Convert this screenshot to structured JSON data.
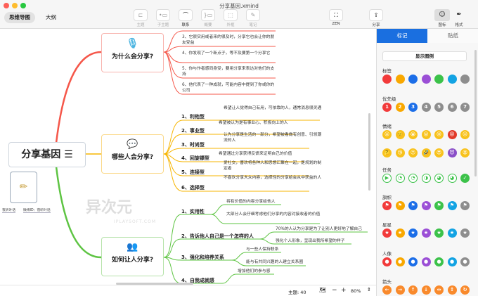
{
  "window": {
    "title": "分享基因.xmind"
  },
  "view_tabs": [
    "思维导图",
    "大纲"
  ],
  "toolbar": [
    {
      "label": "主题",
      "icon": "topic-icon",
      "glyph": "⊏"
    },
    {
      "label": "子主题",
      "icon": "subtopic-icon",
      "glyph": "•▭"
    },
    {
      "label": "联系",
      "icon": "relationship-icon",
      "glyph": "⌒"
    },
    {
      "label": "概要",
      "icon": "summary-icon",
      "glyph": "}▭"
    },
    {
      "label": "外框",
      "icon": "boundary-icon",
      "glyph": "⬚"
    },
    {
      "label": "笔记",
      "icon": "note-icon",
      "glyph": "✎"
    }
  ],
  "zen": {
    "label": "ZEN",
    "glyph": "⛶"
  },
  "share": {
    "label": "分享",
    "glyph": "⇪"
  },
  "right_tools": [
    {
      "label": "图标",
      "glyph": "☺"
    },
    {
      "label": "格式",
      "glyph": "✒"
    }
  ],
  "map": {
    "root": "分享基因",
    "attachment_labels": [
      "夜听叶话",
      "微博ID：夜听叶话"
    ],
    "topics": [
      {
        "title": "为什么会分享?",
        "color": "#f5574a",
        "items": [
          "3、它很实用或者来的很及时，分享它也会让你的朋友受益",
          "4、你发现了一个新点子，等不及要第一个分享它",
          "5、你与作者感同身受，要用分享来表达对他们的支持",
          "6、他代表了一种成就，可能内容中提到了你或你的公司"
        ]
      },
      {
        "title": "哪些人会分享?",
        "color": "#f7b500",
        "items": [
          {
            "label": "1、利他型",
            "desc": "希望让人觉得自己有用，可依靠的人，通常消息很灵通"
          },
          {
            "label": "2、事业型",
            "desc": "希望被认为是有事业心、积极向上的人"
          },
          {
            "label": "3、时尚型",
            "desc": "认为分享是生活的一部分，希望被看做有创意、引领潮流的人"
          },
          {
            "label": "4、回旋镖型",
            "desc": "希望通过分享获得反馈来证明自己的价值"
          },
          {
            "label": "5、连接型",
            "desc": "爱社交，喜欢将各种人和思想汇聚在一起，是规划的制定者"
          },
          {
            "label": "6、选择型",
            "desc": "不喜欢分享大众内容，选择性的分享给会从中获益的人"
          }
        ]
      },
      {
        "title": "如何让人分享?",
        "color": "#5ec443",
        "items": [
          {
            "label": "1、实用性",
            "subs": [
              "将有价值的内容分享给他人",
              "大部分人会仔细考虑他们分享的内容对接收者的价值"
            ]
          },
          {
            "label": "2、告诉他人自己是一个怎样的人",
            "subs": [
              "70%的人认为分享是为了让别人更好地了解自己",
              "强化个人形象，呈现出我所希望的样子"
            ]
          },
          {
            "label": "3、强化和培养关系",
            "subs": [
              "与一些人保持联系",
              "能与有共同兴趣的人建立关系圈"
            ]
          },
          {
            "label": "4、自我成就感",
            "subs": [
              "增加他们的参与感"
            ]
          }
        ]
      }
    ],
    "watermark": {
      "brand": "异次元",
      "site": "IPLAYSOFT.COM"
    }
  },
  "status": {
    "topics": "主题: 40",
    "zoom": "80%",
    "minus": "−",
    "plus": "+"
  },
  "panel": {
    "tabs": [
      "标记",
      "贴纸"
    ],
    "active_tab": "标记",
    "accent": "#1a6fe0",
    "legend_button": "显示图例",
    "sections": [
      {
        "title": "标签",
        "kind": "dot",
        "colors": [
          "#f23a3a",
          "#f9a800",
          "#1c6ee8",
          "#9b4fd6",
          "#3cc24a",
          "#13a3e3",
          "#8e8e8e"
        ]
      },
      {
        "title": "优先级",
        "kind": "text",
        "glyphs": [
          "1",
          "2",
          "3",
          "4",
          "5",
          "6",
          "7"
        ],
        "colors": [
          "#f23a3a",
          "#f9a800",
          "#1c6ee8",
          "#8e8e8e",
          "#8e8e8e",
          "#8e8e8e",
          "#8e8e8e"
        ]
      },
      {
        "title": "情绪",
        "kind": "text",
        "glyphs": [
          "😛",
          "🙂",
          "😭",
          "😮",
          "😢",
          "😡",
          "😑",
          "🤔",
          "😘",
          "😕",
          "🤣",
          "😍",
          "😈",
          "😫"
        ],
        "colors": [
          "#f8c21c",
          "#f8c21c",
          "#f8c21c",
          "#f8c21c",
          "#f8c21c",
          "#e23a2a",
          "#f8c21c",
          "#f8c21c",
          "#f8c21c",
          "#f8c21c",
          "#f8c21c",
          "#f8c21c",
          "#8a4fc8",
          "#f8c21c"
        ]
      },
      {
        "title": "任务",
        "kind": "text",
        "glyphs": [
          "▶",
          "◔",
          "◔",
          "◑",
          "◕",
          "◕",
          "✓"
        ],
        "colors": [
          "#3cc24a",
          "#3cc24a",
          "#3cc24a",
          "#3cc24a",
          "#3cc24a",
          "#3cc24a",
          "#3cc24a"
        ]
      },
      {
        "title": "旗帜",
        "kind": "text",
        "glyphs": [
          "⚑",
          "⚑",
          "⚑",
          "⚑",
          "⚑",
          "⚑",
          "⚑"
        ],
        "colors": [
          "#f23a3a",
          "#f9a800",
          "#1c6ee8",
          "#9b4fd6",
          "#3cc24a",
          "#13a3e3",
          "#8e8e8e"
        ]
      },
      {
        "title": "星星",
        "kind": "text",
        "glyphs": [
          "★",
          "★",
          "★",
          "★",
          "★",
          "★",
          "★"
        ],
        "colors": [
          "#f23a3a",
          "#f9a800",
          "#1c6ee8",
          "#9b4fd6",
          "#3cc24a",
          "#13a3e3",
          "#8e8e8e"
        ]
      },
      {
        "title": "人像",
        "kind": "text",
        "glyphs": [
          "●",
          "●",
          "●",
          "●",
          "●",
          "●",
          "●"
        ],
        "colors": [
          "#f23a3a",
          "#f9a800",
          "#1c6ee8",
          "#9b4fd6",
          "#3cc24a",
          "#13a3e3",
          "#8e8e8e"
        ]
      },
      {
        "title": "箭头",
        "kind": "text",
        "glyphs": [
          "←",
          "→",
          "↑",
          "↓",
          "↔",
          "↕",
          "↻"
        ],
        "colors": [
          "#f98a2c",
          "#f98a2c",
          "#f98a2c",
          "#f98a2c",
          "#f98a2c",
          "#f98a2c",
          "#f98a2c"
        ]
      }
    ]
  }
}
